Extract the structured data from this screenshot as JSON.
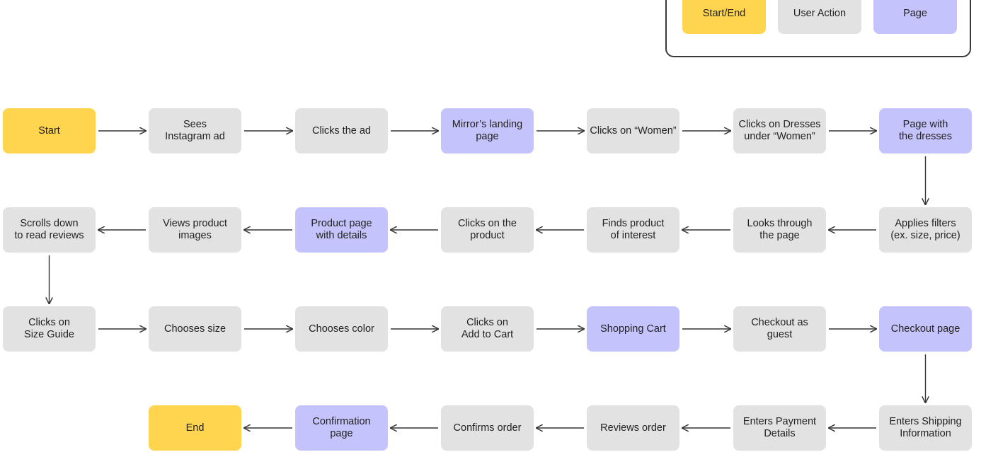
{
  "legend": {
    "items": [
      {
        "label": "Start/End",
        "kind": "start"
      },
      {
        "label": "User Action",
        "kind": "action"
      },
      {
        "label": "Page",
        "kind": "page"
      }
    ]
  },
  "colors": {
    "start_end": "#ffd54f",
    "user_action": "#e2e2e2",
    "page": "#c5c3fb",
    "edge": "#333333"
  },
  "rows": [
    [
      {
        "label": "Start",
        "kind": "start"
      },
      {
        "label": "Sees\nInstagram ad",
        "kind": "action"
      },
      {
        "label": "Clicks the ad",
        "kind": "action"
      },
      {
        "label": "Mirror’s landing\npage",
        "kind": "page"
      },
      {
        "label": "Clicks on “Women”",
        "kind": "action"
      },
      {
        "label": "Clicks on Dresses\nunder “Women”",
        "kind": "action"
      },
      {
        "label": "Page with\nthe dresses",
        "kind": "page"
      }
    ],
    [
      {
        "label": "Scrolls down\nto read reviews",
        "kind": "action"
      },
      {
        "label": "Views product\nimages",
        "kind": "action"
      },
      {
        "label": "Product page\nwith details",
        "kind": "page"
      },
      {
        "label": "Clicks on the\nproduct",
        "kind": "action"
      },
      {
        "label": "Finds product\nof interest",
        "kind": "action"
      },
      {
        "label": "Looks through\nthe page",
        "kind": "action"
      },
      {
        "label": "Applies filters\n(ex. size, price)",
        "kind": "action"
      }
    ],
    [
      {
        "label": "Clicks on\nSize Guide",
        "kind": "action"
      },
      {
        "label": "Chooses size",
        "kind": "action"
      },
      {
        "label": "Chooses color",
        "kind": "action"
      },
      {
        "label": "Clicks on\nAdd to Cart",
        "kind": "action"
      },
      {
        "label": "Shopping Cart",
        "kind": "page"
      },
      {
        "label": "Checkout as\nguest",
        "kind": "action"
      },
      {
        "label": "Checkout page",
        "kind": "page"
      }
    ],
    [
      null,
      {
        "label": "End",
        "kind": "start"
      },
      {
        "label": "Confirmation\npage",
        "kind": "page"
      },
      {
        "label": "Confirms order",
        "kind": "action"
      },
      {
        "label": "Reviews order",
        "kind": "action"
      },
      {
        "label": "Enters Payment\nDetails",
        "kind": "action"
      },
      {
        "label": "Enters Shipping\nInformation",
        "kind": "action"
      }
    ]
  ],
  "flow": [
    [
      [
        0,
        0
      ],
      [
        0,
        1
      ]
    ],
    [
      [
        0,
        1
      ],
      [
        0,
        2
      ]
    ],
    [
      [
        0,
        2
      ],
      [
        0,
        3
      ]
    ],
    [
      [
        0,
        3
      ],
      [
        0,
        4
      ]
    ],
    [
      [
        0,
        4
      ],
      [
        0,
        5
      ]
    ],
    [
      [
        0,
        5
      ],
      [
        0,
        6
      ]
    ],
    [
      [
        0,
        6
      ],
      [
        1,
        6
      ]
    ],
    [
      [
        1,
        6
      ],
      [
        1,
        5
      ]
    ],
    [
      [
        1,
        5
      ],
      [
        1,
        4
      ]
    ],
    [
      [
        1,
        4
      ],
      [
        1,
        3
      ]
    ],
    [
      [
        1,
        3
      ],
      [
        1,
        2
      ]
    ],
    [
      [
        1,
        2
      ],
      [
        1,
        1
      ]
    ],
    [
      [
        1,
        1
      ],
      [
        1,
        0
      ]
    ],
    [
      [
        1,
        0
      ],
      [
        2,
        0
      ]
    ],
    [
      [
        2,
        0
      ],
      [
        2,
        1
      ]
    ],
    [
      [
        2,
        1
      ],
      [
        2,
        2
      ]
    ],
    [
      [
        2,
        2
      ],
      [
        2,
        3
      ]
    ],
    [
      [
        2,
        3
      ],
      [
        2,
        4
      ]
    ],
    [
      [
        2,
        4
      ],
      [
        2,
        5
      ]
    ],
    [
      [
        2,
        5
      ],
      [
        2,
        6
      ]
    ],
    [
      [
        2,
        6
      ],
      [
        3,
        6
      ]
    ],
    [
      [
        3,
        6
      ],
      [
        3,
        5
      ]
    ],
    [
      [
        3,
        5
      ],
      [
        3,
        4
      ]
    ],
    [
      [
        3,
        4
      ],
      [
        3,
        3
      ]
    ],
    [
      [
        3,
        3
      ],
      [
        3,
        2
      ]
    ],
    [
      [
        3,
        2
      ],
      [
        3,
        1
      ]
    ]
  ]
}
